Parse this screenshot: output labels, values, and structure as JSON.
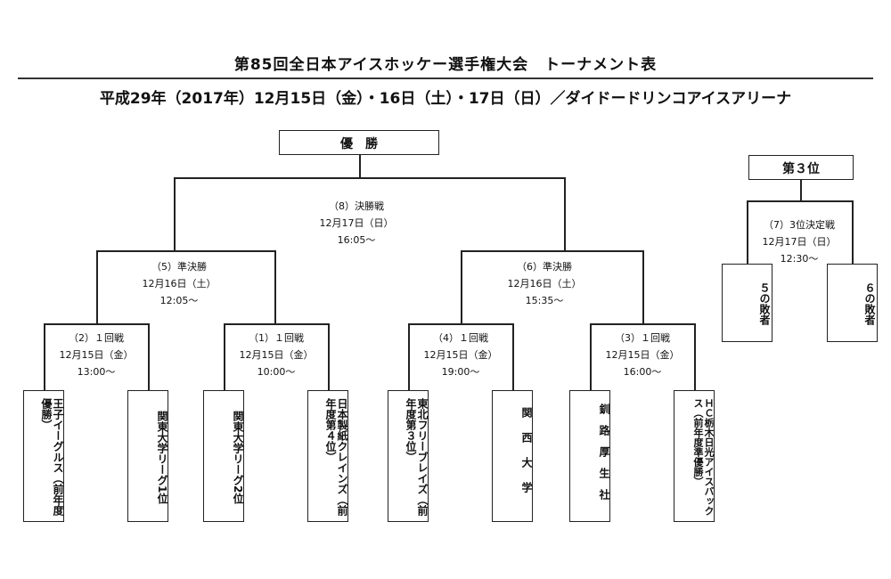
{
  "header": {
    "title": "第85回全日本アイスホッケー選手権大会　トーナメント表",
    "subtitle": "平成29年（2017年）12月15日（金）・16日（土）・17日（日）／ダイドードリンコアイスアリーナ"
  },
  "champion_label": "優　勝",
  "third_label": "第３位",
  "rounds": {
    "final": {
      "name": "（8）決勝戦",
      "date": "12月17日（日）",
      "time": "16:05～"
    },
    "semi5": {
      "name": "（5）準決勝",
      "date": "12月16日（土）",
      "time": "12:05～"
    },
    "semi6": {
      "name": "（6）準決勝",
      "date": "12月16日（土）",
      "time": "15:35～"
    },
    "r2": {
      "name": "（2）１回戦",
      "date": "12月15日（金）",
      "time": "13:00～"
    },
    "r1": {
      "name": "（1）１回戦",
      "date": "12月15日（金）",
      "time": "10:00～"
    },
    "r4": {
      "name": "（4）１回戦",
      "date": "12月15日（金）",
      "time": "19:00～"
    },
    "r3": {
      "name": "（3）１回戦",
      "date": "12月15日（金）",
      "time": "16:00～"
    },
    "third": {
      "name": "（7）3位決定戦",
      "date": "12月17日（日）",
      "time": "12:30～"
    }
  },
  "teams": [
    "王子イーグルス（前年度優勝）",
    "関東大学リーグ1位",
    "関東大学リーグ2位",
    "日本製紙クレインズ（前年度第４位）",
    "東北フリーブレイズ（前年度第３位）",
    "関西大学",
    "釧路厚生社",
    "ＨＣ栃木日光アイスバックス（前年度準優勝）"
  ],
  "losers": {
    "left": "５の敗者",
    "right": "６の敗者"
  }
}
